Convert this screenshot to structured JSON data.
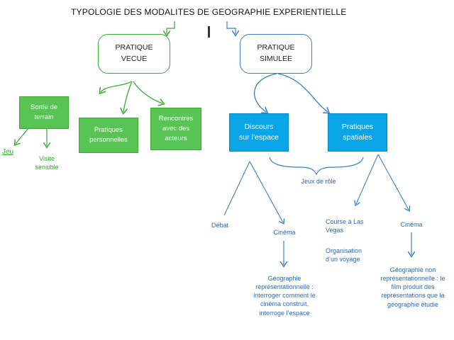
{
  "title": "TYPOLOGIE DES MODALITES DE GEOGRAPHIE EXPERIENTIELLE",
  "colors": {
    "green": "#3aaa35",
    "green_fill": "#58c454",
    "blue": "#2d6bb5",
    "blue_fill": "#0aa5e6"
  },
  "nodes": {
    "pratique_vecue": "PRATIQUE\nVECUE",
    "pratique_simulee": "PRATIQUE\nSIMULEE",
    "sortie_terrain": "Sortie de\nterrain",
    "pratiques_personnelles": "Pratiques\npersonnelles",
    "rencontres_acteurs": "Rencontres\navec des\nacteurs",
    "discours_espace": "Discours\nsur l’espace",
    "pratiques_spatiales": "Pratiques\nspatiales"
  },
  "labels": {
    "jeu": "Jeu",
    "visite_sensible": "Visite\nsensible",
    "jeux_de_role": "Jeux de rôle",
    "debat": "Débat",
    "cinema_left": "Cinéma",
    "course_las_vegas": "Course à Las\nVegas",
    "organisation_voyage": "Organisation\nd’un voyage",
    "cinema_right": "Cinéma",
    "geo_representationnelle": "Géographie\nreprésentationnelle :\ninterroger comment le\ncinéma construit,\ninterroge l’espace",
    "geo_non_representationnelle": "Géographie  non\nreprésentationnelle : le\nfilm produit des\nreprésentations que la\ngéographie étudie"
  }
}
